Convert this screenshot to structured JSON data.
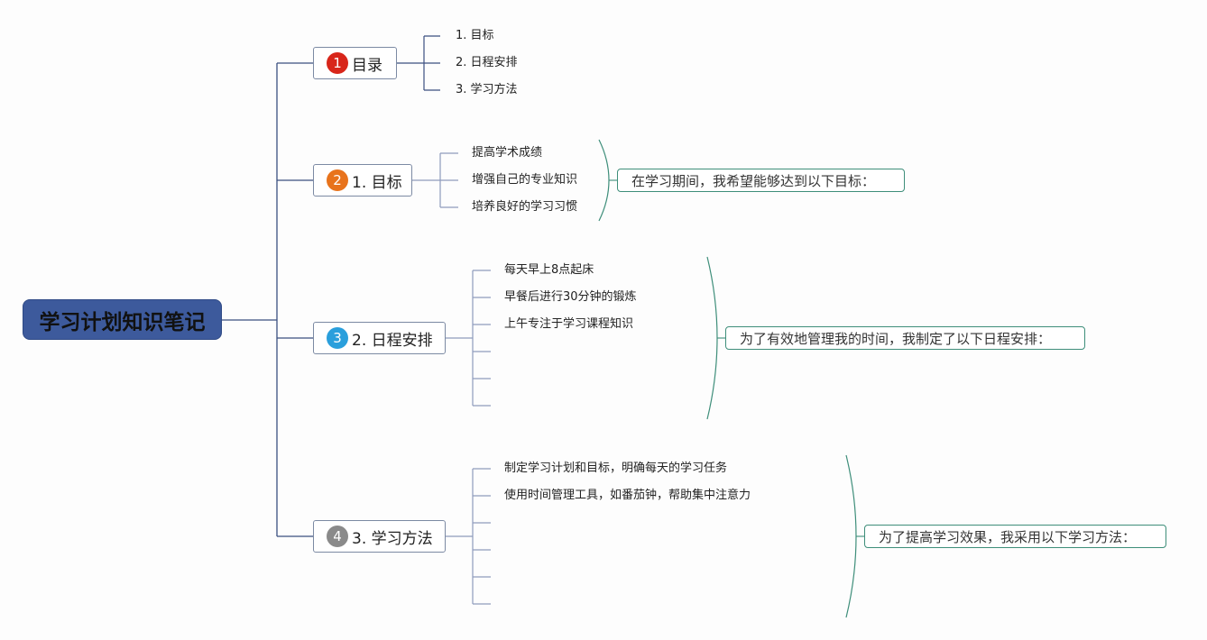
{
  "root": {
    "title": "学习计划知识笔记"
  },
  "colors": {
    "root_bg": "#3d5a9c",
    "connector": "#3b4f80",
    "note_border": "#3e8e7a",
    "badge_1": "#d8261a",
    "badge_2": "#e8731c",
    "badge_3": "#2a9fdc",
    "badge_4": "#8a8a8a"
  },
  "branches": [
    {
      "badge": "1",
      "label": "目录",
      "leaves": [
        "1. 目标",
        "2. 日程安排",
        "3. 学习方法"
      ]
    },
    {
      "badge": "2",
      "label": "1. 目标",
      "leaves": [
        "提高学术成绩",
        "增强自己的专业知识",
        "培养良好的学习习惯"
      ],
      "note": "在学习期间，我希望能够达到以下目标："
    },
    {
      "badge": "3",
      "label": "2. 日程安排",
      "leaves": [
        "每天早上8点起床",
        "早餐后进行30分钟的锻炼",
        "上午专注于学习课程知识",
        "",
        "",
        ""
      ],
      "note": "为了有效地管理我的时间，我制定了以下日程安排："
    },
    {
      "badge": "4",
      "label": "3. 学习方法",
      "leaves": [
        "制定学习计划和目标，明确每天的学习任务",
        "使用时间管理工具，如番茄钟，帮助集中注意力",
        "",
        "",
        "",
        ""
      ],
      "note": "为了提高学习效果，我采用以下学习方法："
    }
  ]
}
